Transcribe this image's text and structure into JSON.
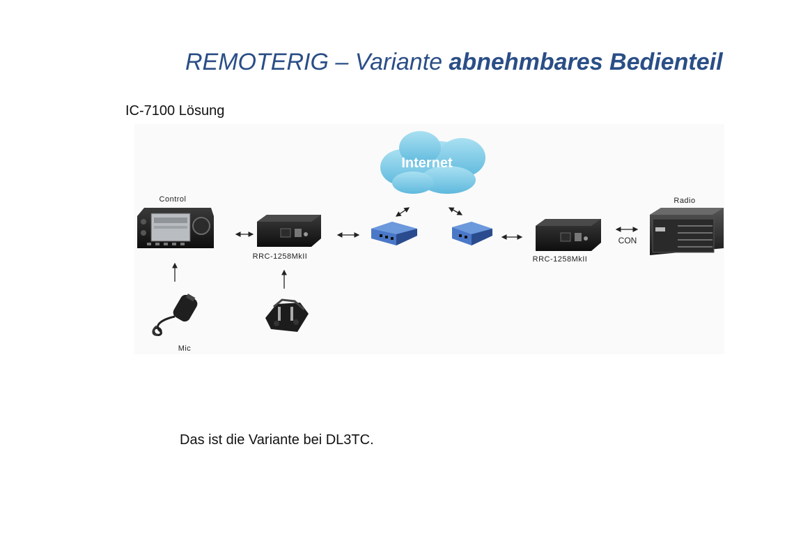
{
  "title": {
    "prefix": "REMOTERIG – Variante ",
    "emphasis": "abnehmbares Bedienteil"
  },
  "subtitle": "IC-7100 Lösung",
  "caption": "Das ist die Variante bei DL3TC.",
  "diagram": {
    "cloud_label": "Internet",
    "control_label": "Control",
    "mic_label": "Mic",
    "rrc_left_label": "RRC-1258MkII",
    "rrc_right_label": "RRC-1258MkII",
    "con_label": "CON",
    "radio_label": "Radio",
    "colors": {
      "title": "#2a4e86",
      "cloud": "#7fcde8",
      "router": "#4a78c8"
    }
  }
}
